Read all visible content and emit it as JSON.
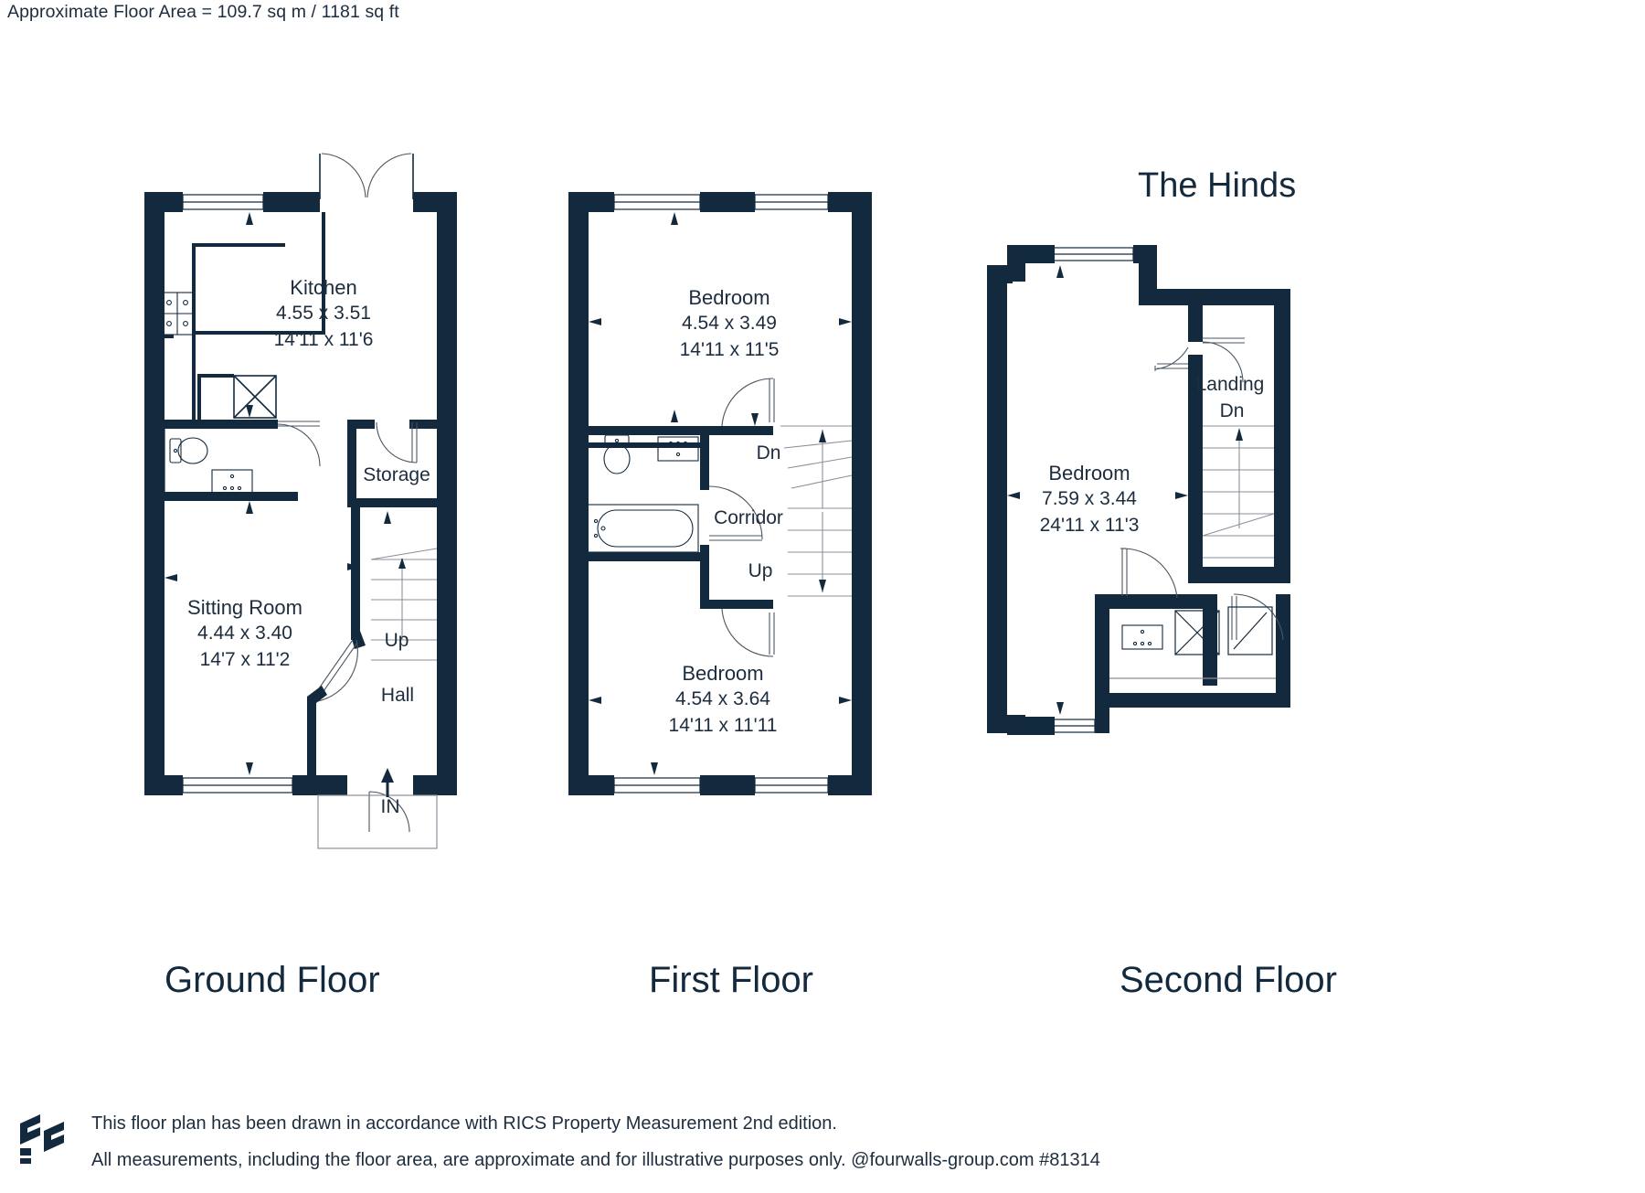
{
  "header": {
    "area_note": "Approximate Floor Area = 109.7 sq m / 1181 sq ft",
    "house_title": "The Hinds"
  },
  "floors": [
    {
      "id": "ground",
      "caption": "Ground Floor",
      "rooms": [
        {
          "name": "Kitchen",
          "metric": "4.55 x 3.51",
          "imperial": "14'11 x 11'6"
        },
        {
          "name": "Sitting Room",
          "metric": "4.44 x 3.40",
          "imperial": "14'7 x 11'2"
        }
      ],
      "markers": [
        {
          "label": "Storage"
        },
        {
          "label": "Up"
        },
        {
          "label": "Hall"
        },
        {
          "label": "IN"
        }
      ]
    },
    {
      "id": "first",
      "caption": "First Floor",
      "rooms": [
        {
          "name": "Bedroom",
          "metric": "4.54 x 3.49",
          "imperial": "14'11 x 11'5"
        },
        {
          "name": "Bedroom",
          "metric": "4.54 x 3.64",
          "imperial": "14'11 x 11'11"
        }
      ],
      "markers": [
        {
          "label": "Dn"
        },
        {
          "label": "Corridor"
        },
        {
          "label": "Up"
        }
      ]
    },
    {
      "id": "second",
      "caption": "Second Floor",
      "rooms": [
        {
          "name": "Bedroom",
          "metric": "7.59 x 3.44",
          "imperial": "24'11 x 11'3"
        }
      ],
      "markers": [
        {
          "label": "Landing"
        },
        {
          "label": "Dn"
        }
      ]
    }
  ],
  "footer": {
    "line1": "This floor plan has been drawn in accordance with RICS Property Measurement 2nd edition.",
    "line2": "All measurements, including the floor area, are approximate and for illustrative purposes only. @fourwalls-group.com #81314"
  },
  "colors": {
    "wall": "#132a3e",
    "text": "#1d2d3e",
    "thin": "#8a9099",
    "background": "#ffffff"
  }
}
